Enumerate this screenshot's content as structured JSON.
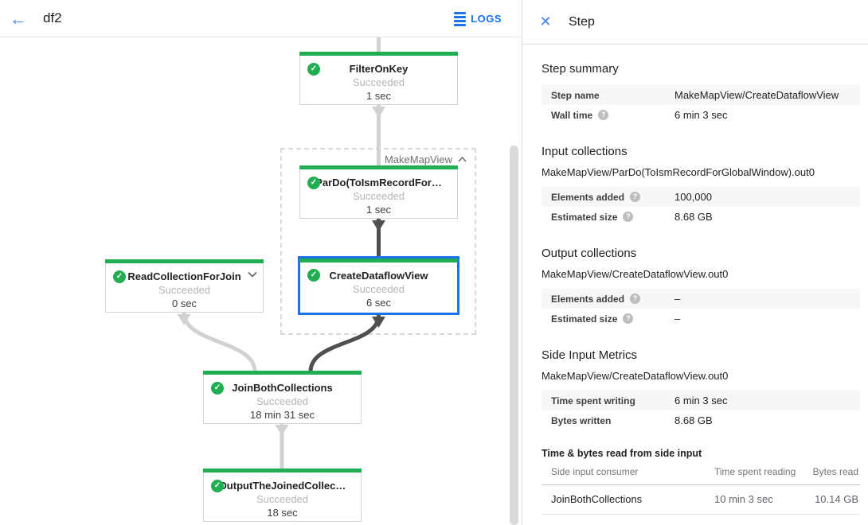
{
  "header": {
    "title": "df2",
    "logs_label": "LOGS"
  },
  "icons": {
    "back": "←",
    "close": "✕",
    "check": "✓",
    "help": "?"
  },
  "colors": {
    "accent_blue": "#1a73e8",
    "icon_blue": "#4285f4",
    "success_green": "#21ad52",
    "selected_border": "#1a73e8",
    "edge_light": "#d2d2d2",
    "edge_dark": "#4f4f4f"
  },
  "graph": {
    "group_label": "MakeMapView",
    "nodes": [
      {
        "title": "FilterOnKey",
        "status": "Succeeded",
        "time": "1 sec"
      },
      {
        "title": "ParDo(ToIsmRecordFor…",
        "status": "Succeeded",
        "time": "1 sec"
      },
      {
        "title": "CreateDataflowView",
        "status": "Succeeded",
        "time": "6 sec"
      },
      {
        "title": "ReadCollectionForJoin",
        "status": "Succeeded",
        "time": "0 sec"
      },
      {
        "title": "JoinBothCollections",
        "status": "Succeeded",
        "time": "18 min 31 sec"
      },
      {
        "title": "OutputTheJoinedCollec…",
        "status": "Succeeded",
        "time": "18 sec"
      }
    ]
  },
  "panel": {
    "title": "Step",
    "summary": {
      "heading": "Step summary",
      "rows": [
        {
          "label": "Step name",
          "value": "MakeMapView/CreateDataflowView"
        },
        {
          "label": "Wall time",
          "value": "6 min 3 sec"
        }
      ]
    },
    "input": {
      "heading": "Input collections",
      "collection": "MakeMapView/ParDo(ToIsmRecordForGlobalWindow).out0",
      "rows": [
        {
          "label": "Elements added",
          "value": "100,000"
        },
        {
          "label": "Estimated size",
          "value": "8.68 GB"
        }
      ]
    },
    "output": {
      "heading": "Output collections",
      "collection": "MakeMapView/CreateDataflowView.out0",
      "rows": [
        {
          "label": "Elements added",
          "value": "–"
        },
        {
          "label": "Estimated size",
          "value": "–"
        }
      ]
    },
    "side": {
      "heading": "Side Input Metrics",
      "collection": "MakeMapView/CreateDataflowView.out0",
      "rows": [
        {
          "label": "Time spent writing",
          "value": "6 min 3 sec"
        },
        {
          "label": "Bytes written",
          "value": "8.68 GB"
        }
      ]
    },
    "side_table": {
      "heading": "Time & bytes read from side input",
      "columns": [
        "Side input consumer",
        "Time spent reading",
        "Bytes read"
      ],
      "rows": [
        {
          "consumer": "JoinBothCollections",
          "time": "10 min 3 sec",
          "bytes": "10.14 GB"
        }
      ]
    }
  }
}
